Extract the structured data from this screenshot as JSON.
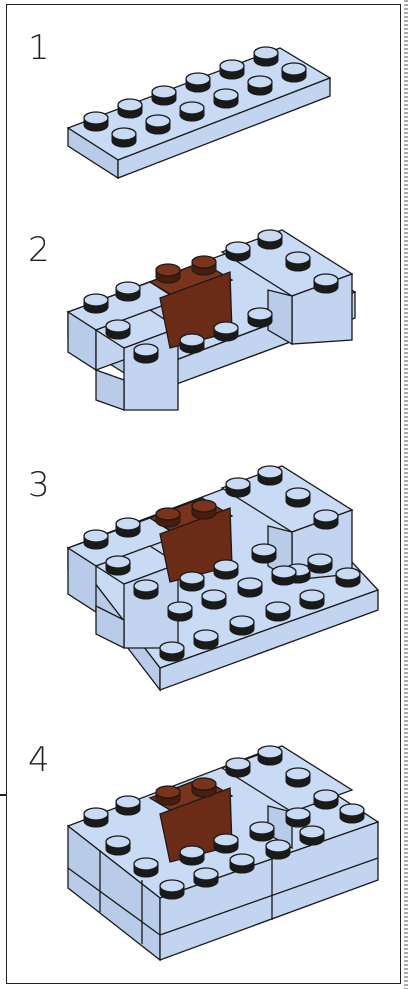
{
  "steps": [
    {
      "number": "1"
    },
    {
      "number": "2"
    },
    {
      "number": "3"
    },
    {
      "number": "4"
    }
  ],
  "colors": {
    "brick_light_blue": "#c9dbf4",
    "brick_edge": "#1a1a1a",
    "stud_top": "#c9dbf4",
    "stud_dark": "#1a1a1a",
    "reddish_brown": "#6b2b16"
  },
  "icons": [
    "lego-plate-icon",
    "lego-brick-icon",
    "lego-stud-icon"
  ]
}
